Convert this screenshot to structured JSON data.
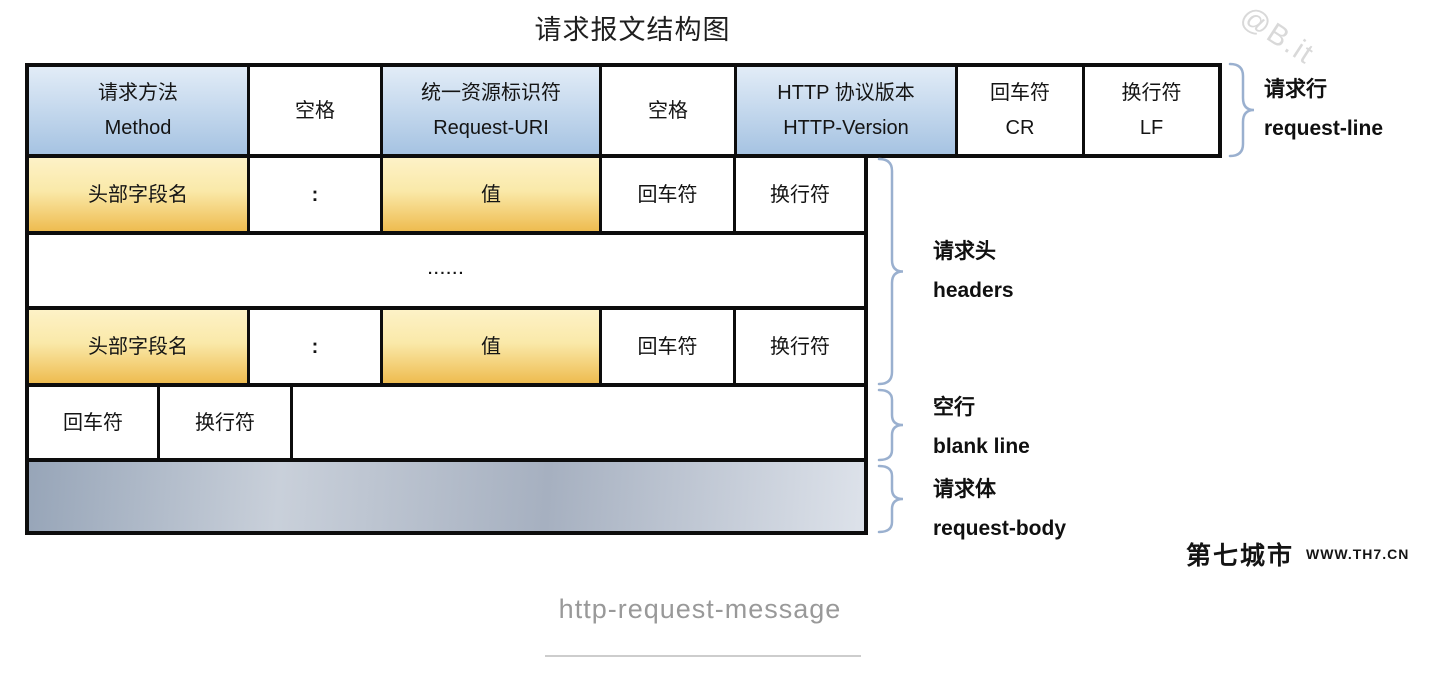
{
  "title": "请求报文结构图",
  "watermark": {
    "handle": "@B.it"
  },
  "footer": {
    "caption": "http-request-message",
    "brand": "第七城市",
    "site": "WWW.TH7.CN"
  },
  "colors": {
    "blue_top": "#e2ecf7",
    "blue_bottom": "#a6c3e2",
    "yellow_top": "#fdf2c7",
    "yellow_bottom": "#eebc50",
    "bracket": "#9ab0cf",
    "body_left": "#97a5b8",
    "body_right": "#dde2ea",
    "caption": "#999999"
  },
  "table": {
    "row1": {
      "cells": [
        {
          "zh": "请求方法",
          "en": "Method"
        },
        {
          "zh": "空格",
          "en": ""
        },
        {
          "zh": "统一资源标识符",
          "en": "Request-URI"
        },
        {
          "zh": "空格",
          "en": ""
        },
        {
          "zh": "HTTP 协议版本",
          "en": "HTTP-Version"
        },
        {
          "zh": "回车符",
          "en": "CR"
        },
        {
          "zh": "换行符",
          "en": "LF"
        }
      ]
    },
    "row2": {
      "cells": [
        {
          "zh": "头部字段名"
        },
        {
          "zh": ":"
        },
        {
          "zh": "值"
        },
        {
          "zh": "回车符"
        },
        {
          "zh": "换行符"
        }
      ]
    },
    "row3": {
      "ellipsis": "......"
    },
    "row4": {
      "cells": [
        {
          "zh": "头部字段名"
        },
        {
          "zh": ":"
        },
        {
          "zh": "值"
        },
        {
          "zh": "回车符"
        },
        {
          "zh": "换行符"
        }
      ]
    },
    "row5": {
      "cells": [
        {
          "zh": "回车符"
        },
        {
          "zh": "换行符"
        }
      ]
    }
  },
  "annotations": {
    "request_line": {
      "zh": "请求行",
      "en": "request-line"
    },
    "headers": {
      "zh": "请求头",
      "en": "headers"
    },
    "blank_line": {
      "zh": "空行",
      "en": "blank line"
    },
    "request_body": {
      "zh": "请求体",
      "en": "request-body"
    }
  }
}
